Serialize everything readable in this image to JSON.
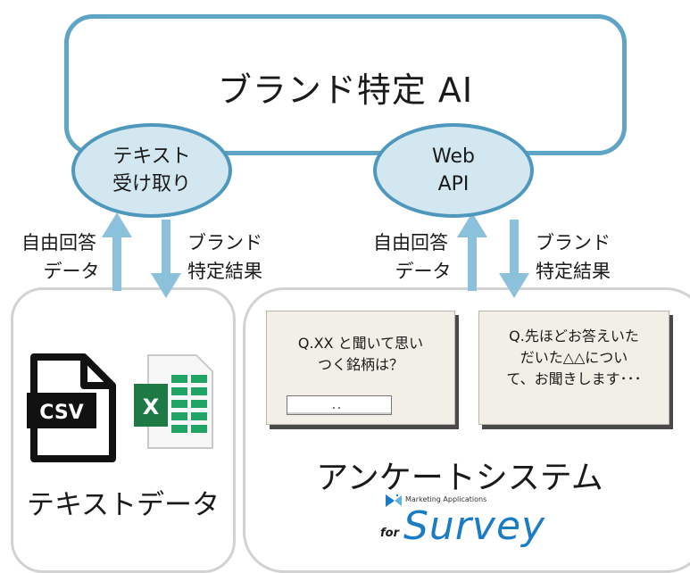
{
  "title": "ブランド特定 AI",
  "nodes": {
    "text_receive": {
      "line1": "テキスト",
      "line2": "受け取り"
    },
    "web_api": {
      "line1": "Web",
      "line2": "API"
    }
  },
  "left_flow": {
    "up_label": {
      "line1": "自由回答",
      "line2": "データ"
    },
    "down_label": {
      "line1": "ブランド",
      "line2": "特定結果"
    }
  },
  "right_flow": {
    "up_label": {
      "line1": "自由回答",
      "line2": "データ"
    },
    "down_label": {
      "line1": "ブランド",
      "line2": "特定結果"
    }
  },
  "text_data_panel": {
    "label": "テキストデータ",
    "csv_icon_text": "CSV",
    "excel_icon_text": "X"
  },
  "survey_panel": {
    "label": "アンケートシステム",
    "card1": {
      "line1": "Q.XX と聞いて思い",
      "line2": "つく銘柄は？",
      "input_value": "．．"
    },
    "card2": {
      "line1": "Q.先ほどお答えいた",
      "line2": "だいた△△につい",
      "line3": "て、お聞きします･･･"
    },
    "logo": {
      "small_text": "Marketing Applications",
      "prefix": "for",
      "name": "Survey"
    }
  },
  "colors": {
    "box_border": "#5da4c5",
    "ellipse_fill": "#d3e7f0",
    "arrow": "#8cc1db",
    "excel_green": "#21a366",
    "logo_blue": "#1a7cc4"
  }
}
